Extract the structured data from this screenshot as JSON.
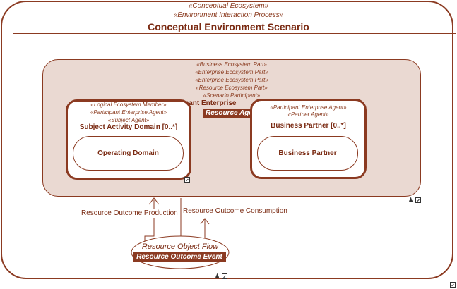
{
  "outer": {
    "stereotypes": [
      "«Conceptual Ecosystem»",
      "«Environment Interaction Process»"
    ],
    "title": "Conceptual Environment Scenario"
  },
  "part": {
    "stereotypes": [
      "«Business Ecosystem Part»",
      "«Enterprise Ecosystem Part»",
      "«Enterprise Ecosystem Part»",
      "«Resource Ecosystem Part»",
      "«Scenario Participant»"
    ],
    "hidden_title": "icipant Enterprise",
    "tag": "Resource Age"
  },
  "left_card": {
    "stereotypes": [
      "«Logical Ecosystem Member»",
      "«Participant Enterprise Agent»",
      "«Subject Agent»"
    ],
    "title": "Subject Activity Domain [0..*]",
    "inner": "Operating Domain"
  },
  "right_card": {
    "stereotypes": [
      "«Participant Enterprise Agent»",
      "«Partner Agent»"
    ],
    "title": "Business Partner [0..*]",
    "inner": "Business Partner"
  },
  "flows": {
    "production": "Resource Outcome Production",
    "consumption": "Resource Outcome Consumption"
  },
  "object_flow": {
    "title": "Resource Object Flow",
    "tag": "Resource Outcome Event"
  },
  "icons": [
    "person-icon",
    "link-icon"
  ],
  "colors": {
    "accent": "#8b3a21",
    "fill": "#ead9d2",
    "text": "#7a2a12"
  }
}
